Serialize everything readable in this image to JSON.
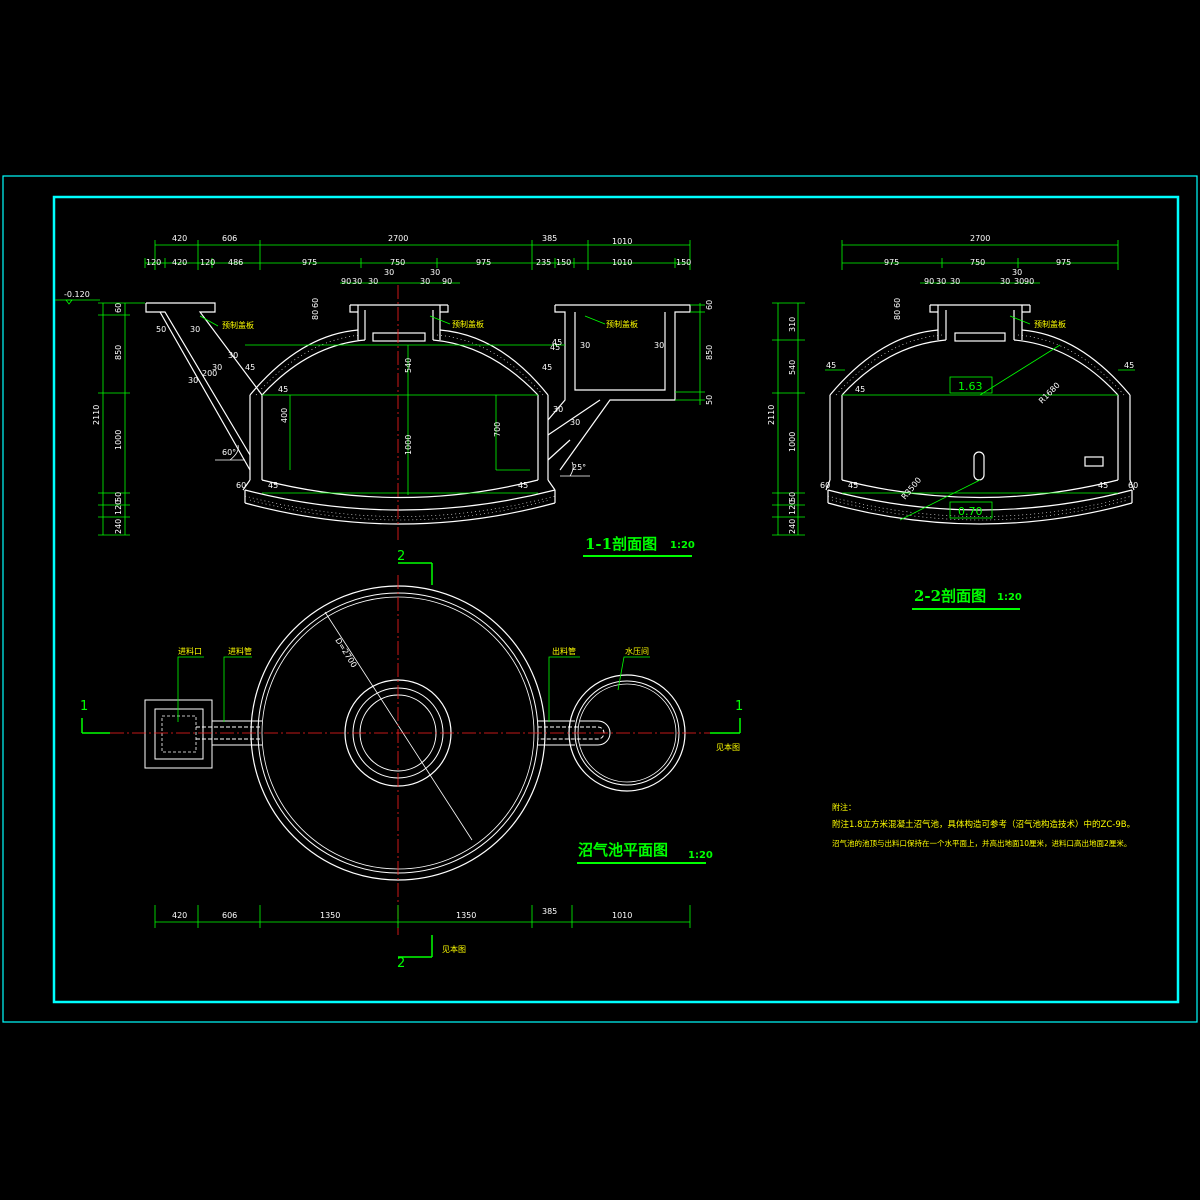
{
  "title_1_1": "1-1剖面图",
  "scale_1_1": "1:20",
  "title_2_2": "2-2剖面图",
  "scale_2_2": "1:20",
  "title_plan": "沼气池平面图",
  "scale_plan": "1:20",
  "labels": {
    "precast_cover": "预制盖板",
    "inlet_door": "进料口",
    "inlet_pipe": "进料管",
    "outlet_pipe": "出料管",
    "pressure_room": "水压间",
    "see_this_drawing": "见本图",
    "diameter_plan": "D=2700",
    "elev_top": "1.63",
    "elev_bottom": "0.70",
    "radius_top": "R1680",
    "radius_bottom": "R3500",
    "ground_elev": "-0.120",
    "angle_60": "60°",
    "angle_25": "25°"
  },
  "section_marks": {
    "one": "1",
    "two": "2"
  },
  "notes": {
    "heading": "附注：",
    "line1": "附注1.8立方米混凝土沼气池，具体构造可参考（沼气池构造技术）中的ZC-9B。",
    "line2": "沼气池的池顶与出料口保持在一个水平面上，并高出地面10厘米，进料口高出地面2厘米。"
  },
  "dims_1_1_top": {
    "row1": [
      "420",
      "606",
      "2700",
      "385",
      "1010"
    ],
    "row2": [
      "120",
      "420",
      "120",
      "486",
      "975",
      "750",
      "975",
      "235",
      "150",
      "1010",
      "150"
    ],
    "row3": [
      "90",
      "30",
      "30",
      "30",
      "30",
      "30",
      "90"
    ]
  },
  "dims_1_1_left": [
    "60",
    "850",
    "2110",
    "1000",
    "50",
    "120",
    "240"
  ],
  "dims_1_1_inner": [
    "80",
    "60",
    "540",
    "400",
    "1000",
    "700",
    "45",
    "45",
    "45",
    "45",
    "60",
    "45",
    "45",
    "30",
    "30",
    "30",
    "200",
    "30",
    "50",
    "850",
    "50",
    "60",
    "30",
    "30",
    "30",
    "30"
  ],
  "dims_2_2_top": {
    "row1": [
      "2700"
    ],
    "row2": [
      "975",
      "750",
      "975"
    ],
    "row3": [
      "90",
      "30",
      "30",
      "30",
      "30",
      "90"
    ]
  },
  "dims_2_2_left": [
    "310",
    "540",
    "2110",
    "1000",
    "50",
    "120",
    "240",
    "80",
    "60"
  ],
  "dims_2_2_inner": [
    "45",
    "45",
    "45",
    "45",
    "60",
    "60"
  ],
  "dims_plan_bottom": [
    "420",
    "606",
    "1350",
    "1350",
    "385",
    "1010"
  ]
}
